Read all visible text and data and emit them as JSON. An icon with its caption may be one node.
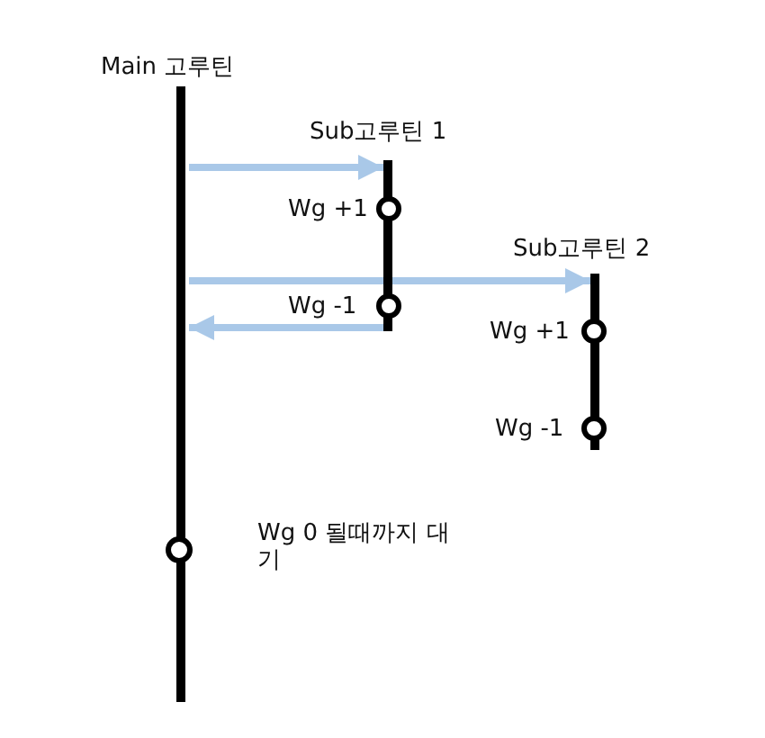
{
  "diagram": {
    "nodes": [
      {
        "text": [],
        "shape": "bar",
        "beside": [
          "Main 고루틴"
        ]
      },
      {
        "text": [],
        "shape": "bar",
        "beside": [
          "Sub고루틴 1"
        ]
      },
      {
        "text": [],
        "shape": "circle",
        "beside": [
          "Wg +1"
        ]
      },
      {
        "text": [],
        "shape": "circle",
        "beside": [
          "Wg -1"
        ]
      },
      {
        "text": [],
        "shape": "bar",
        "beside": [
          "Sub고루틴 2"
        ]
      },
      {
        "text": [],
        "shape": "circle",
        "beside": [
          "Wg +1"
        ]
      },
      {
        "text": [],
        "shape": "circle",
        "beside": [
          "Wg -1"
        ]
      },
      {
        "text": [],
        "shape": "circle",
        "beside": [
          "Wg 0 될때까지 대기"
        ]
      }
    ],
    "edges": [
      {
        "from": 0,
        "to": 1,
        "arrow": "to"
      },
      {
        "from": 0,
        "to": 4,
        "arrow": "to"
      },
      {
        "from": 1,
        "to": 0,
        "arrow": "to"
      }
    ]
  }
}
